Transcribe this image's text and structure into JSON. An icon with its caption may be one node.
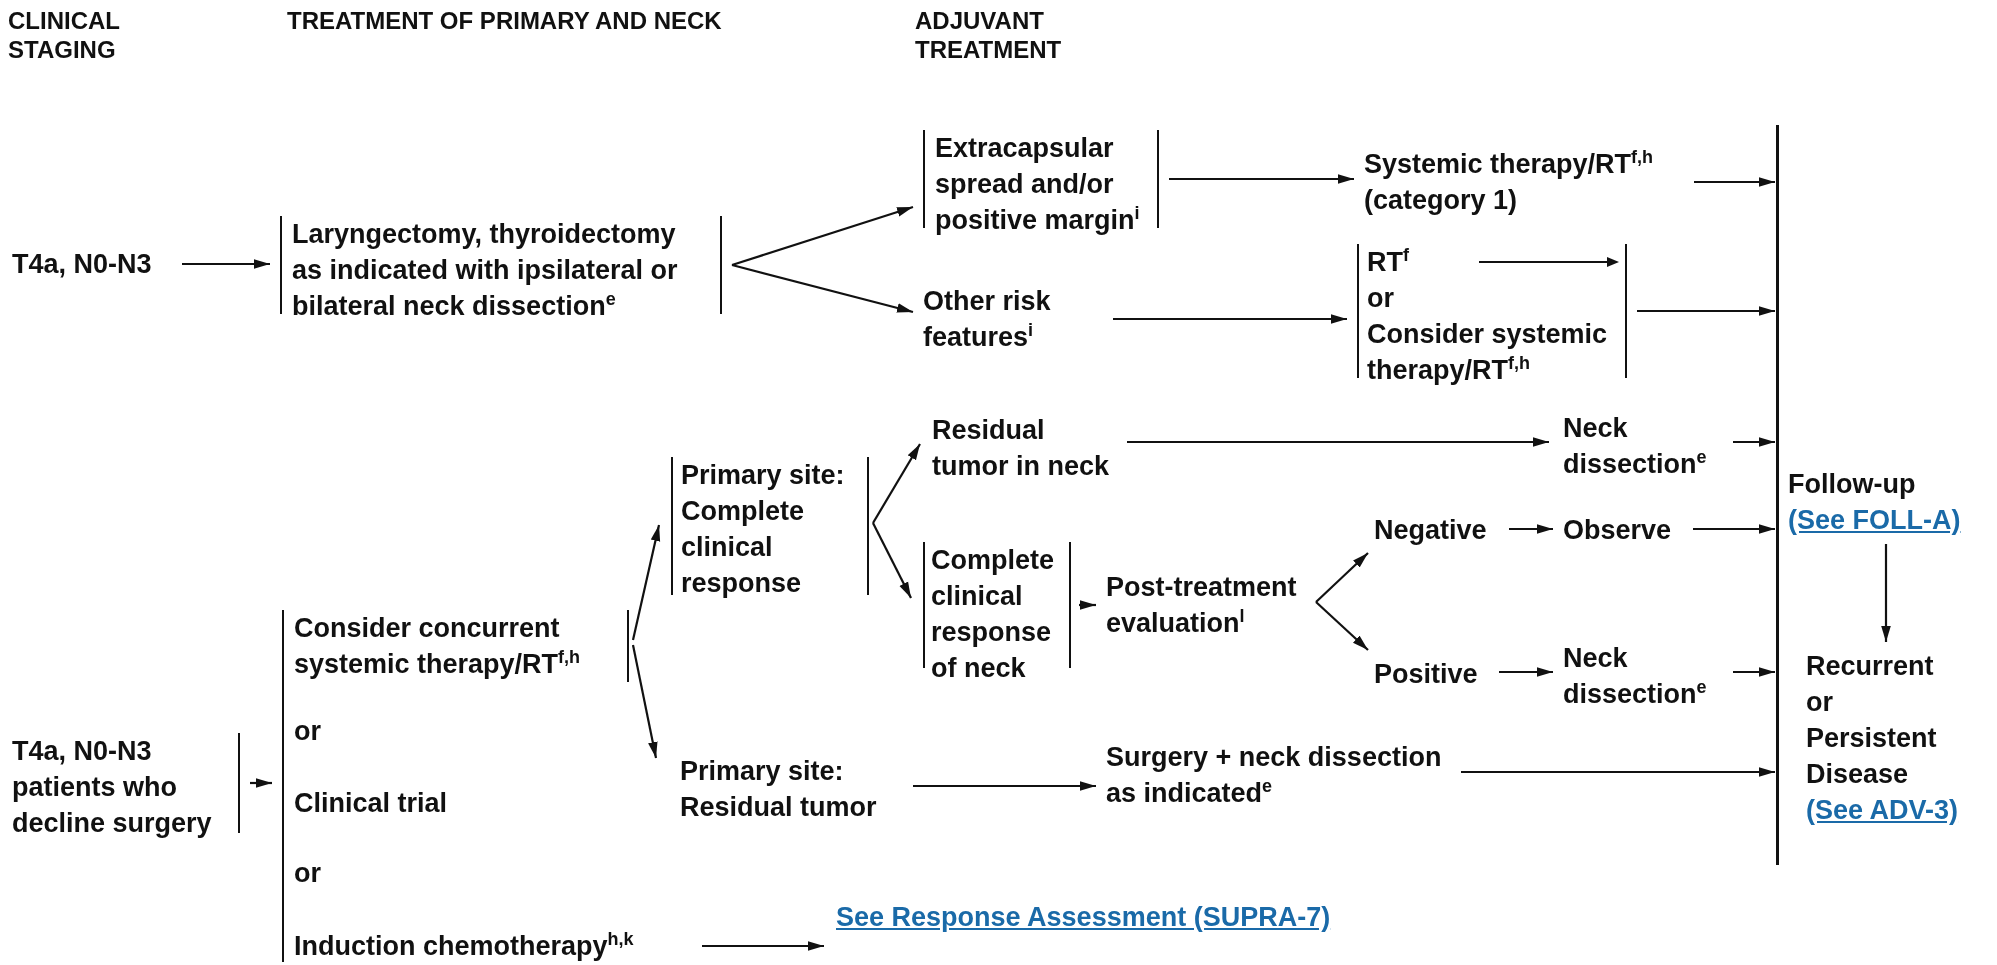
{
  "diagram": {
    "nodes": [
      {
        "text": [
          "T4a, N0-N3"
        ]
      },
      {
        "text": [
          "Laryngectomy, thyroidectomy as indicated with ipsilateral or bilateral neck dissection$^{e}$"
        ]
      },
      {
        "text": [
          "Extracapsular spread and/or positive margin$^{i}$"
        ]
      },
      {
        "text": [
          "Systemic therapy/RT$^{f,h}$ (category 1)"
        ]
      },
      {
        "text": [
          "Other risk features$^{i}$"
        ]
      },
      {
        "text": [
          "RT$^{f}$",
          "or",
          "Consider systemic therapy/RT$^{f,h}$"
        ]
      },
      {
        "text": [],
        "shape": "bar"
      },
      {
        "text": [
          "Follow-up",
          "(See FOLL-A)"
        ]
      },
      {
        "text": [
          "Recurrent or Persistent Disease",
          "(See ADV-3)"
        ]
      },
      {
        "text": [
          "T4a, N0-N3 patients who decline surgery"
        ]
      },
      {
        "text": [
          "or",
          "Clinical trial",
          "or"
        ]
      },
      {
        "text": [
          "Consider concurrent systemic therapy/RT$^{f,h}$"
        ],
        "in": 10
      },
      {
        "text": [
          "Induction chemotherapy$^{h,k}$"
        ],
        "in": 10
      },
      {
        "text": [
          "Primary site: Complete clinical response"
        ]
      },
      {
        "text": [
          "Residual tumor in neck"
        ]
      },
      {
        "text": [
          "Complete clinical response of neck"
        ]
      },
      {
        "text": [
          "Primary site: Residual tumor"
        ]
      },
      {
        "text": [
          "Neck dissection$^{e}$"
        ]
      },
      {
        "text": [
          "Post-treatment evaluation$^{l}$"
        ]
      },
      {
        "text": [
          "Negative"
        ]
      },
      {
        "text": [
          "Observe"
        ]
      },
      {
        "text": [
          "Positive"
        ]
      },
      {
        "text": [
          "Neck dissection$^{e}$"
        ]
      },
      {
        "text": [
          "Surgery + neck dissection as indicated$^{e}$"
        ]
      },
      {
        "text": [
          "See Response Assessment (SUPRA-7)"
        ]
      }
    ],
    "edges": [
      {
        "from": 0,
        "to": 1,
        "arrow": "to"
      },
      {
        "from": 1,
        "to": 2,
        "arrow": "to"
      },
      {
        "from": 1,
        "to": 4,
        "arrow": "to"
      },
      {
        "from": 2,
        "to": 3,
        "arrow": "to"
      },
      {
        "from": 3,
        "to": 6,
        "arrow": "to"
      },
      {
        "from": 4,
        "to": 5,
        "arrow": "to"
      },
      {
        "from": 5,
        "to": 6,
        "arrow": "to"
      },
      {
        "from": 7,
        "to": 8,
        "arrow": "to"
      },
      {
        "from": 9,
        "to": 10,
        "arrow": "to"
      },
      {
        "from": 11,
        "to": 13,
        "arrow": "to"
      },
      {
        "from": 11,
        "to": 16,
        "arrow": "to"
      },
      {
        "from": 12,
        "to": 24,
        "arrow": "to"
      },
      {
        "from": 13,
        "to": 14,
        "arrow": "to"
      },
      {
        "from": 13,
        "to": 15,
        "arrow": "to"
      },
      {
        "from": 14,
        "to": 17,
        "arrow": "to"
      },
      {
        "from": 15,
        "to": 18,
        "arrow": "to"
      },
      {
        "from": 18,
        "to": 19,
        "arrow": "to"
      },
      {
        "from": 18,
        "to": 21,
        "arrow": "to"
      },
      {
        "from": 19,
        "to": 20,
        "arrow": "to"
      },
      {
        "from": 21,
        "to": 22,
        "arrow": "to"
      },
      {
        "from": 17,
        "to": 6,
        "arrow": "to"
      },
      {
        "from": 20,
        "to": 6,
        "arrow": "to"
      },
      {
        "from": 22,
        "to": 6,
        "arrow": "to"
      },
      {
        "from": 16,
        "to": 23,
        "arrow": "to"
      },
      {
        "from": 23,
        "to": 6,
        "arrow": "to"
      }
    ],
    "labels": [
      "CLINICAL STAGING",
      "TREATMENT OF PRIMARY AND NECK",
      "ADJUVANT TREATMENT"
    ]
  }
}
